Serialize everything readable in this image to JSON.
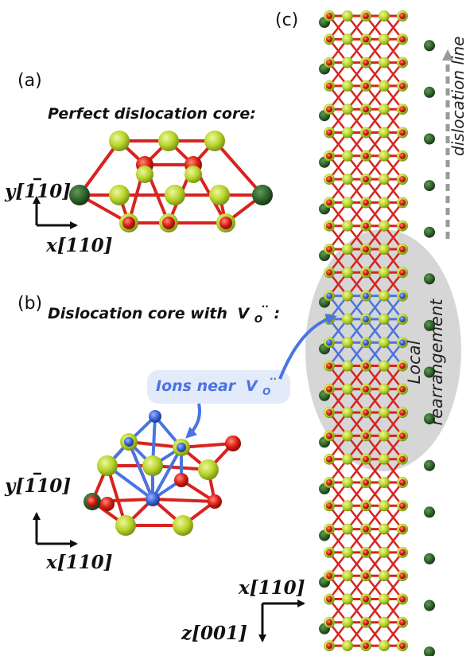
{
  "panels": {
    "a": {
      "label": "(a)",
      "title": "Perfect dislocation core:",
      "axis_y": "y[110]",
      "axis_y_overline": "1",
      "axis_x": "x[110]"
    },
    "b": {
      "label": "(b)",
      "title": "Dislocation core with",
      "title_symbol": "V",
      "title_sub": "O",
      "title_sup": "··",
      "title_end": " :",
      "callout_text": "Ions near",
      "callout_symbol": "V",
      "callout_sub": "O",
      "callout_sup": "··",
      "axis_y": "y[110]",
      "axis_y_overline": "1",
      "axis_x": "x[110]"
    },
    "c": {
      "label": "(c)",
      "dislocation_line": "dislocation line",
      "local_line1": "Local",
      "local_line2": "rearrangement",
      "axis_x": "x[110]",
      "axis_z": "z[001]"
    }
  },
  "colors": {
    "bond_red": "#d8231f",
    "bond_blue": "#4a74e0",
    "ion_yellow_green": "#b8d42a",
    "ion_red": "#d81d12",
    "ion_dark_green": "#2d5e2a",
    "ion_blue": "#3c62d8",
    "highlight_grey": "#d6d6d6",
    "callout_bg": "#e3eaf9",
    "callout_text": "#4a74e0",
    "arrow_grey": "#9a9a9a"
  }
}
